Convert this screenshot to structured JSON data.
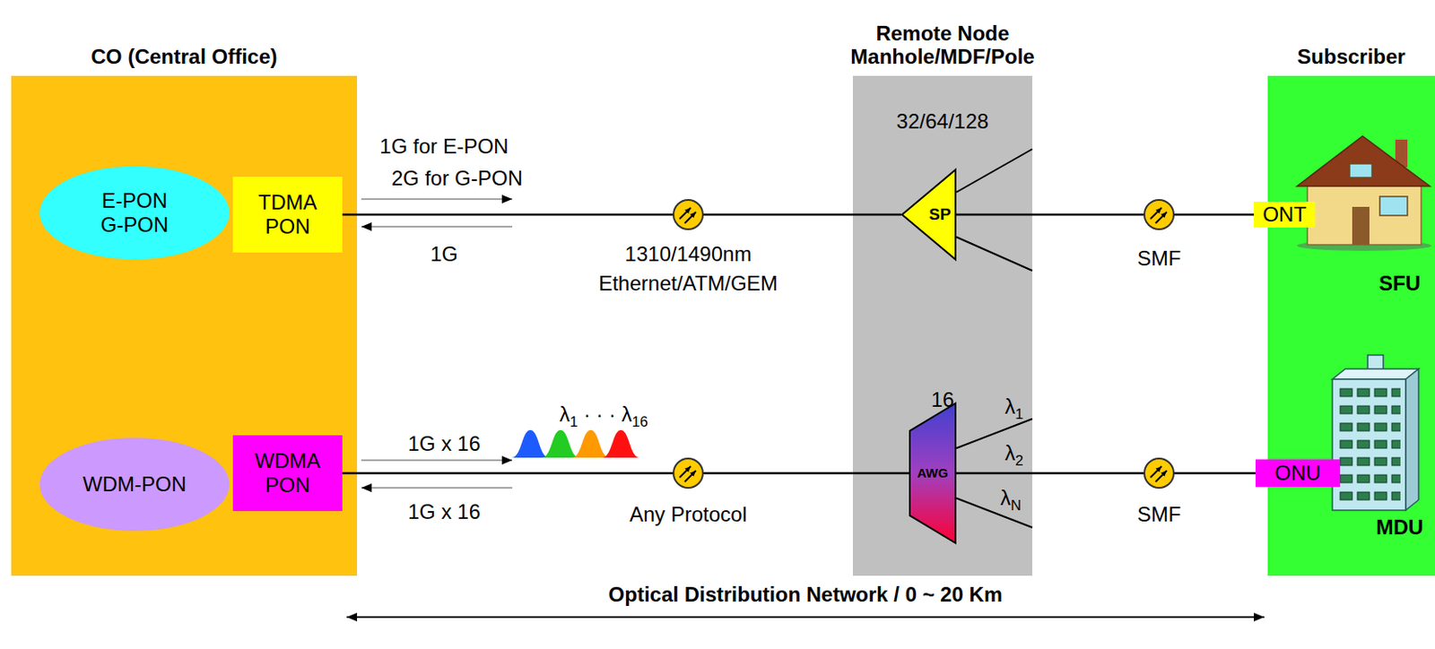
{
  "diagram": {
    "nodes": [
      {
        "text": [
          "CO (Central Office)"
        ]
      },
      {
        "text": [
          "E-PON G-PON"
        ],
        "in": 0
      },
      {
        "text": [
          "TDMA PON"
        ],
        "in": 0
      },
      {
        "text": [
          "WDM-PON"
        ],
        "in": 0
      },
      {
        "text": [
          "WDMA PON"
        ],
        "in": 0
      },
      {
        "text": [
          "Remote Node Manhole/MDF/Pole"
        ]
      },
      {
        "text": [
          "SP"
        ],
        "in": 5
      },
      {
        "text": [
          "AWG"
        ],
        "in": 5
      },
      {
        "text": [
          "Subscriber"
        ]
      },
      {
        "text": [
          "ONT"
        ],
        "in": 8
      },
      {
        "text": [
          "ONU"
        ],
        "in": 8
      }
    ],
    "edges": [
      {
        "from": 2,
        "to": 6,
        "arrow": "none"
      },
      {
        "from": 6,
        "to": 9,
        "arrow": "none"
      },
      {
        "from": 4,
        "to": 7,
        "arrow": "none"
      },
      {
        "from": 7,
        "to": 10,
        "arrow": "none"
      }
    ],
    "labels": [
      "1G for E-PON",
      "2G for G-PON",
      "1G",
      "1310/1490nm",
      "Ethernet/ATM/GEM",
      "32/64/128",
      "SMF",
      "SFU",
      "λ1 · · · λ16",
      "1G x 16",
      "1G x 16",
      "Any Protocol",
      "16",
      "λ1",
      "λ2",
      "λN",
      "SMF",
      "MDU",
      "Optical Distribution Network / 0 ~ 20 Km"
    ]
  }
}
